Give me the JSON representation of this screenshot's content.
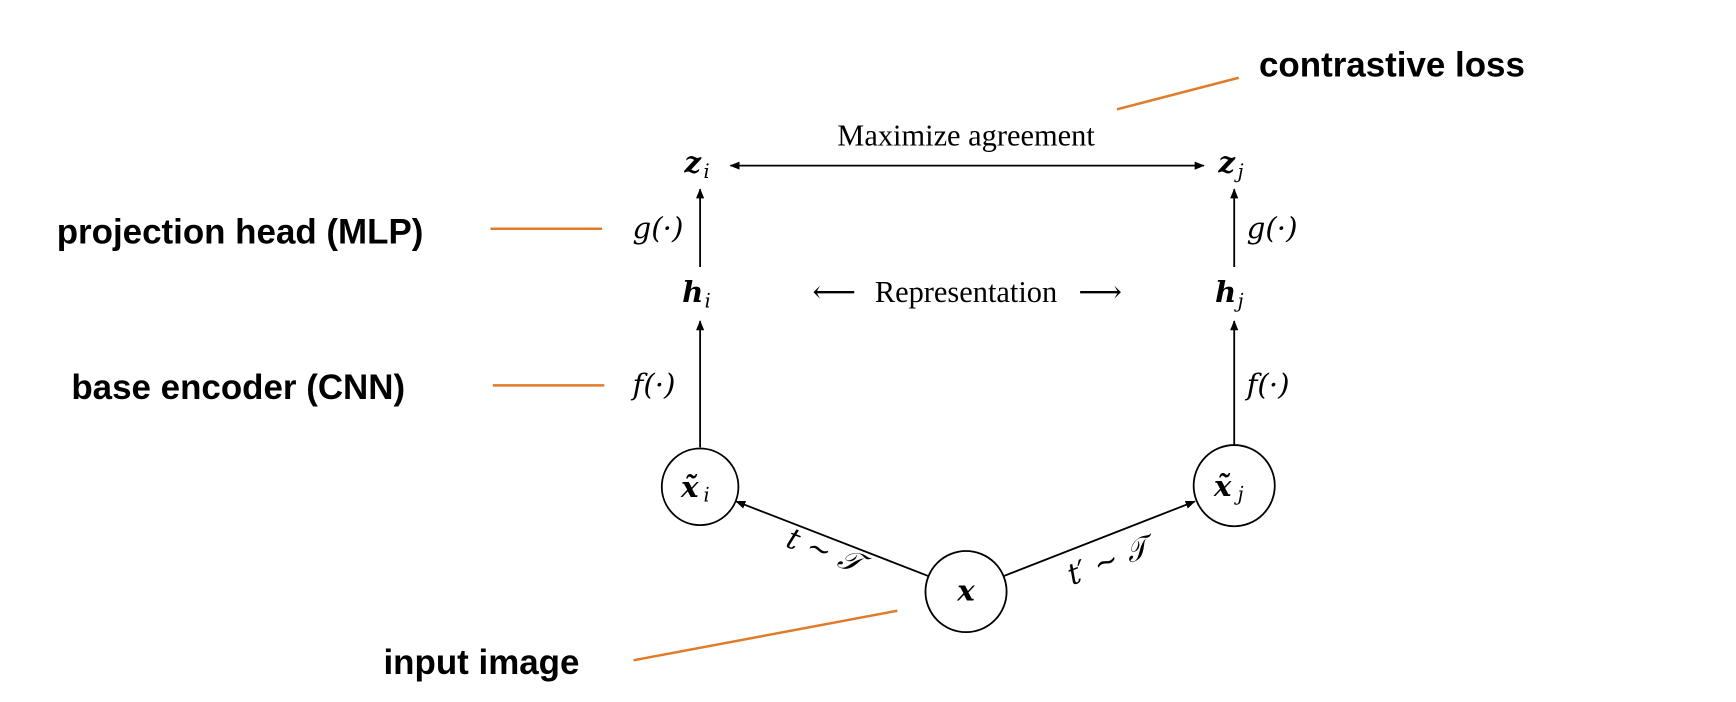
{
  "annotations": {
    "contrastive_loss": "contrastive loss",
    "projection_head": "projection head (MLP)",
    "base_encoder": "base encoder (CNN)",
    "input_image": "input image"
  },
  "colors": {
    "leader_line": "#e07b2a",
    "ink": "#000000",
    "background": "#ffffff"
  },
  "diagram": {
    "top_label": "Maximize agreement",
    "middle_label": "Representation",
    "middle_left_arrow": "⟵",
    "middle_right_arrow": "⟶",
    "left_branch": {
      "z": "z",
      "z_sub": "i",
      "g": "g(·)",
      "h": "h",
      "h_sub": "i",
      "f": "f(·)",
      "x_tilde": "x̃",
      "x_sub": "i",
      "transform": "t ∼ 𝒯"
    },
    "right_branch": {
      "z": "z",
      "z_sub": "j",
      "g": "g(·)",
      "h": "h",
      "h_sub": "j",
      "f": "f(·)",
      "x_tilde": "x̃",
      "x_sub": "j",
      "transform": "t′ ∼ 𝒯"
    },
    "input_node": "x"
  }
}
